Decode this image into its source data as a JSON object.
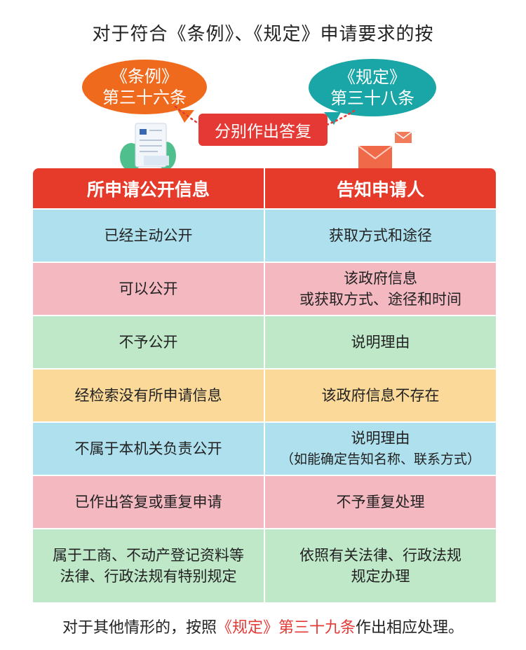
{
  "title": "对于符合《条例》、《规定》申请要求的按",
  "bubbles": {
    "left": {
      "line1": "《条例》",
      "line2": "第三十六条",
      "color": "#f06a1e"
    },
    "right": {
      "line1": "《规定》",
      "line2": "第三十八条",
      "color": "#1aa6a6"
    }
  },
  "reply_label": "分别作出答复",
  "table": {
    "headers": [
      "所申请公开信息",
      "告知申请人"
    ],
    "rows": [
      {
        "left": "已经主动公开",
        "right": "获取方式和途径",
        "color": "#aee0ee"
      },
      {
        "left": "可以公开",
        "right_lines": [
          "该政府信息",
          "或获取方式、途径和时间"
        ],
        "color": "#f3b8c0"
      },
      {
        "left": "不予公开",
        "right": "说明理由",
        "color": "#bfe8c9"
      },
      {
        "left": "经检索没有所申请信息",
        "right": "该政府信息不存在",
        "color": "#fbd999"
      },
      {
        "left": "不属于本机关负责公开",
        "right_lines": [
          "说明理由",
          "（如能确定告知名称、联系方式）"
        ],
        "color": "#aee0ee"
      },
      {
        "left": "已作出答复或重复申请",
        "right": "不予重复处理",
        "color": "#f3b8c0"
      },
      {
        "left_lines": [
          "属于工商、不动产登记资料等",
          "法律、行政法规有特别规定"
        ],
        "right_lines": [
          "依照有关法律、行政法规",
          "规定办理"
        ],
        "color": "#bfe8c9"
      }
    ]
  },
  "footer": {
    "before": "对于其他情形的，按照",
    "highlight": "《规定》第三十九条",
    "after": "作出相应处理。"
  },
  "colors": {
    "header_red": "#e63a2b",
    "label_red": "#e53935"
  }
}
